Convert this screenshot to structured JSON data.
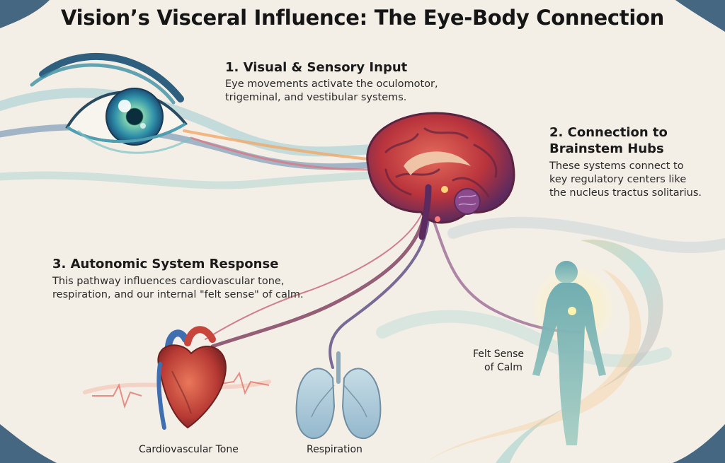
{
  "title": "Vision’s Visceral Influence: The Eye-Body Connection",
  "steps": [
    {
      "title": "1. Visual & Sensory Input",
      "body_lines": [
        "Eye movements activate the oculomotor,",
        "trigeminal, and vestibular systems."
      ]
    },
    {
      "title_lines": [
        "2. Connection to",
        "Brainstem Hubs"
      ],
      "body_lines": [
        "These systems connect to",
        "key regulatory centers like",
        "the nucleus tractus solitarius."
      ]
    },
    {
      "title": "3. Autonomic System Response",
      "body_lines": [
        "This pathway influences cardiovascular tone,",
        "respiration, and our internal \"felt sense\" of calm."
      ]
    }
  ],
  "labels": {
    "heart": "Cardiovascular Tone",
    "lungs": "Respiration",
    "body_lines": [
      "Felt Sense",
      "of Calm"
    ]
  },
  "icons": {
    "eye": "eye-icon",
    "brain": "brain-icon",
    "heart": "heart-icon",
    "lungs": "lungs-icon",
    "body": "human-figure-icon"
  },
  "colors": {
    "brain": "#c23b3b",
    "eye_iris": "#2e8fa8",
    "nerve_path": "#7a3a5a",
    "calm_glow": "#8ec9c4",
    "background": "#f4efe6"
  }
}
